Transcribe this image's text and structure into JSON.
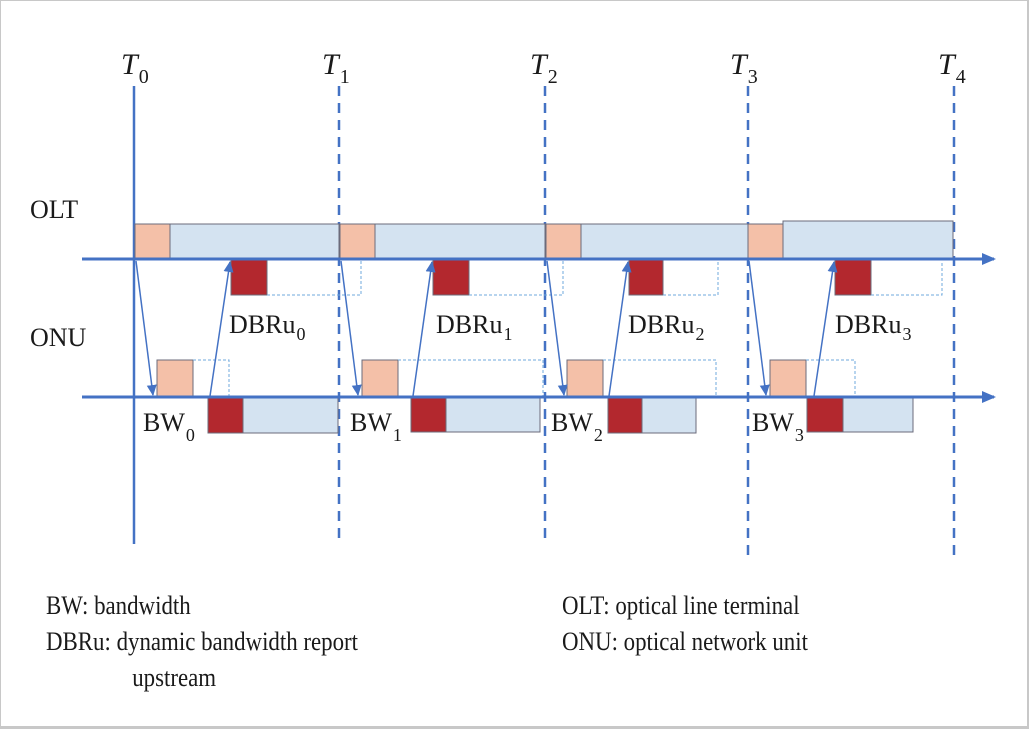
{
  "diagram": {
    "colors": {
      "axis": "#4472c4",
      "grant": "#f4c0a8",
      "data": "#d4e3f1",
      "report": "#b3282e",
      "dotted": "#6fa8dc",
      "border": "#6b6b7b"
    },
    "time_markers": [
      {
        "label": "T",
        "sub": "0"
      },
      {
        "label": "T",
        "sub": "1"
      },
      {
        "label": "T",
        "sub": "2"
      },
      {
        "label": "T",
        "sub": "3"
      },
      {
        "label": "T",
        "sub": "4"
      }
    ],
    "rows": {
      "olt": "OLT",
      "onu": "ONU"
    },
    "cycles": [
      {
        "dbru": "DBRu",
        "dbru_sub": "0",
        "bw": "BW",
        "bw_sub": "0"
      },
      {
        "dbru": "DBRu",
        "dbru_sub": "1",
        "bw": "BW",
        "bw_sub": "1"
      },
      {
        "dbru": "DBRu",
        "dbru_sub": "2",
        "bw": "BW",
        "bw_sub": "2"
      },
      {
        "dbru": "DBRu",
        "dbru_sub": "3",
        "bw": "BW",
        "bw_sub": "3"
      }
    ]
  },
  "legend": {
    "left": [
      {
        "term": "BW:",
        "definition": "bandwidth"
      },
      {
        "term": "DBRu:",
        "definition": "dynamic bandwidth report",
        "continuation": "upstream"
      }
    ],
    "right": [
      {
        "term": "OLT:",
        "definition": "optical line terminal"
      },
      {
        "term": "ONU:",
        "definition": "optical network unit"
      }
    ]
  }
}
